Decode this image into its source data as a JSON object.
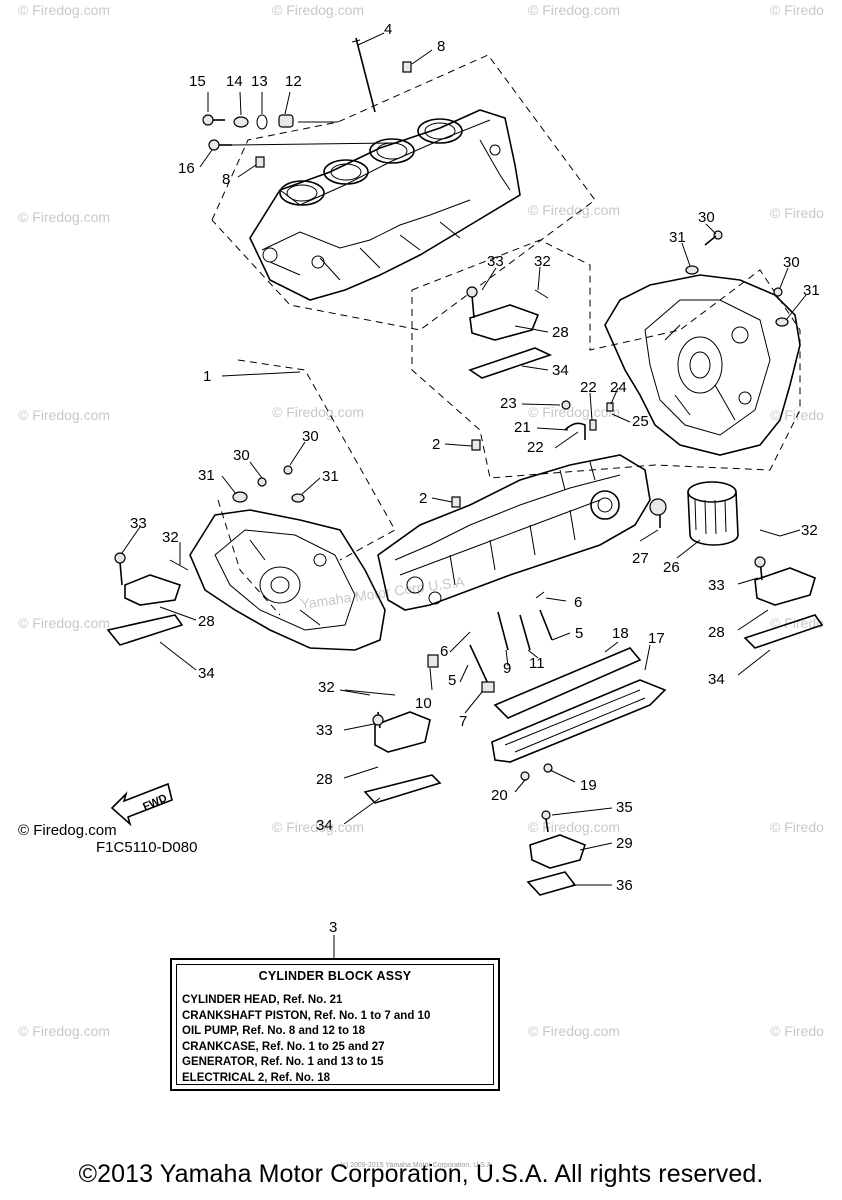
{
  "drawing_code": "F1C5110-D080",
  "fwd_label": "FWD",
  "watermark": "© Firedog.com",
  "watermark_partial": "© Firedo",
  "faint_center_text": "Yamaha Motor Corp U.S.A",
  "assembly_ref": "3",
  "assembly": {
    "title": "CYLINDER BLOCK ASSY",
    "lines": [
      "CYLINDER HEAD, Ref. No. 21",
      "CRANKSHAFT PISTON,  Ref. No. 1 to 7 and 10",
      "OIL PUMP,  Ref. No. 8 and 12 to 18",
      "CRANKCASE,  Ref. No. 1 to 25 and 27",
      "GENERATOR,  Ref. No. 1 and 13 to 15",
      "ELECTRICAL 2,  Ref. No. 18"
    ]
  },
  "footer": "©2013 Yamaha Motor Corporation, U.S.A. All rights reserved.",
  "tiny_copyright": "(c) 2009-2015 Yamaha Motor Corporation, U.S.A.",
  "callouts": {
    "c1": "1",
    "c2a": "2",
    "c2b": "2",
    "c4": "4",
    "c5a": "5",
    "c5b": "5",
    "c6a": "6",
    "c6b": "6",
    "c7": "7",
    "c8a": "8",
    "c8b": "8",
    "c9": "9",
    "c10": "10",
    "c11": "11",
    "c12": "12",
    "c13": "13",
    "c14": "14",
    "c15": "15",
    "c16": "16",
    "c17": "17",
    "c18": "18",
    "c19": "19",
    "c20": "20",
    "c21": "21",
    "c22a": "22",
    "c22b": "22",
    "c23": "23",
    "c24": "24",
    "c25": "25",
    "c26": "26",
    "c27": "27",
    "c28a": "28",
    "c28b": "28",
    "c28c": "28",
    "c28d": "28",
    "c29": "29",
    "c30a": "30",
    "c30b": "30",
    "c30c": "30",
    "c30d": "30",
    "c31a": "31",
    "c31b": "31",
    "c31c": "31",
    "c31d": "31",
    "c32a": "32",
    "c32b": "32",
    "c32c": "32",
    "c32d": "32",
    "c33a": "33",
    "c33b": "33",
    "c33c": "33",
    "c33d": "33",
    "c34a": "34",
    "c34b": "34",
    "c34c": "34",
    "c34d": "34",
    "c35": "35",
    "c36": "36"
  }
}
